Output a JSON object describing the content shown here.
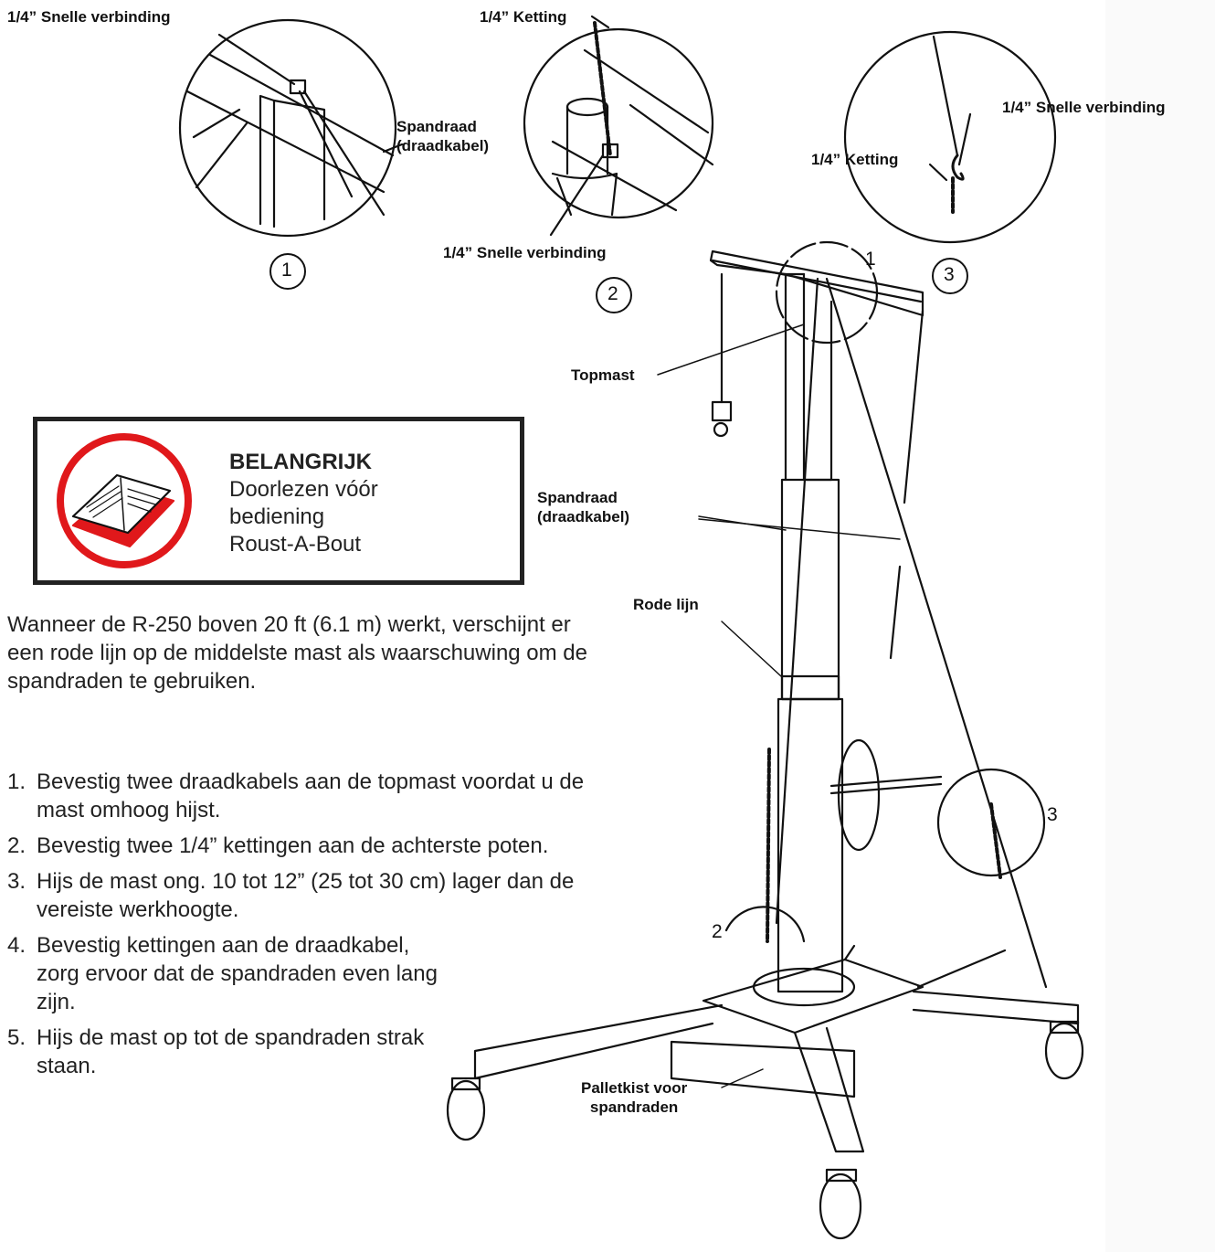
{
  "callouts": {
    "detail1_link": "1/4” Snelle verbinding",
    "detail1_wire_line1": "Spandraad",
    "detail1_wire_line2": "(draadkabel)",
    "detail2_chain": "1/4” Ketting",
    "detail2_link": "1/4” Snelle verbinding",
    "detail3_link": "1/4” Snelle verbinding",
    "detail3_chain": "1/4” Ketting",
    "topmast": "Topmast",
    "wire_line1": "Spandraad",
    "wire_line2": "(draadkabel)",
    "red_line": "Rode lijn",
    "box_line1": "Palletkist voor",
    "box_line2": "spandraden"
  },
  "detail_numbers": {
    "d1": "1",
    "d2": "2",
    "d3": "3",
    "m1": "1",
    "m2": "2",
    "m3": "3"
  },
  "notice": {
    "heading": "BELANGRIJK",
    "line1": "Doorlezen vóór",
    "line2": "bediening",
    "line3": "Roust-A-Bout"
  },
  "intro": "Wanneer de R-250 boven 20 ft (6.1 m) werkt, verschijnt er een rode lijn op de middelste mast als waarschuwing om de spandraden te gebruiken.",
  "steps": [
    {
      "n": "1.",
      "text": "Bevestig twee draadkabels aan de topmast voordat u de mast omhoog hijst."
    },
    {
      "n": "2.",
      "text": "Bevestig twee 1/4” kettingen aan de achterste poten."
    },
    {
      "n": "3.",
      "text": "Hijs de mast ong. 10 tot 12” (25 tot 30 cm) lager dan de vereiste werkhoogte."
    },
    {
      "n": "4.",
      "text": "Bevestig kettingen aan de draadkabel, zorg ervoor dat de spandraden even lang zijn."
    },
    {
      "n": "5.",
      "text": "Hijs de mast op tot de spandraden strak staan."
    }
  ],
  "colors": {
    "warning_red": "#e0181b",
    "ink": "#111111"
  }
}
